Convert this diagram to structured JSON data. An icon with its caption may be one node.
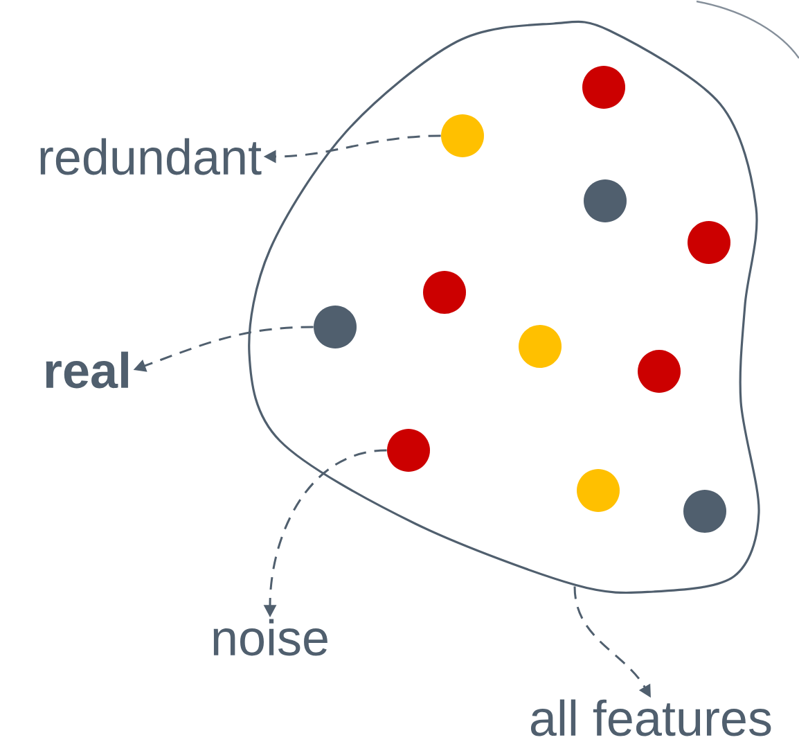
{
  "diagram": {
    "nodes": [
      {
        "text": [],
        "shape": "blob"
      },
      {
        "text": [],
        "shape": "circle",
        "in": 0
      },
      {
        "text": [],
        "shape": "circle",
        "in": 0
      },
      {
        "text": [],
        "shape": "circle",
        "in": 0
      },
      {
        "text": [],
        "shape": "circle",
        "in": 0
      },
      {
        "text": [],
        "shape": "circle",
        "in": 0
      },
      {
        "text": [],
        "shape": "circle",
        "in": 0
      },
      {
        "text": [],
        "shape": "circle",
        "in": 0
      },
      {
        "text": [],
        "shape": "circle",
        "in": 0
      },
      {
        "text": [],
        "shape": "circle",
        "in": 0
      },
      {
        "text": [],
        "shape": "circle",
        "in": 0
      },
      {
        "text": [],
        "shape": "circle",
        "in": 0
      },
      {
        "text": [
          "redundant"
        ]
      },
      {
        "text": [
          "real"
        ]
      },
      {
        "text": [
          "noise"
        ]
      },
      {
        "text": [
          "all features"
        ]
      }
    ],
    "edges": [
      {
        "from": 2,
        "to": 12,
        "arrow": "to",
        "style": "dashed"
      },
      {
        "from": 6,
        "to": 13,
        "arrow": "to",
        "style": "dashed"
      },
      {
        "from": 9,
        "to": 14,
        "arrow": "to",
        "style": "dashed"
      },
      {
        "from": 0,
        "to": 15,
        "arrow": "to",
        "style": "dashed"
      }
    ]
  }
}
